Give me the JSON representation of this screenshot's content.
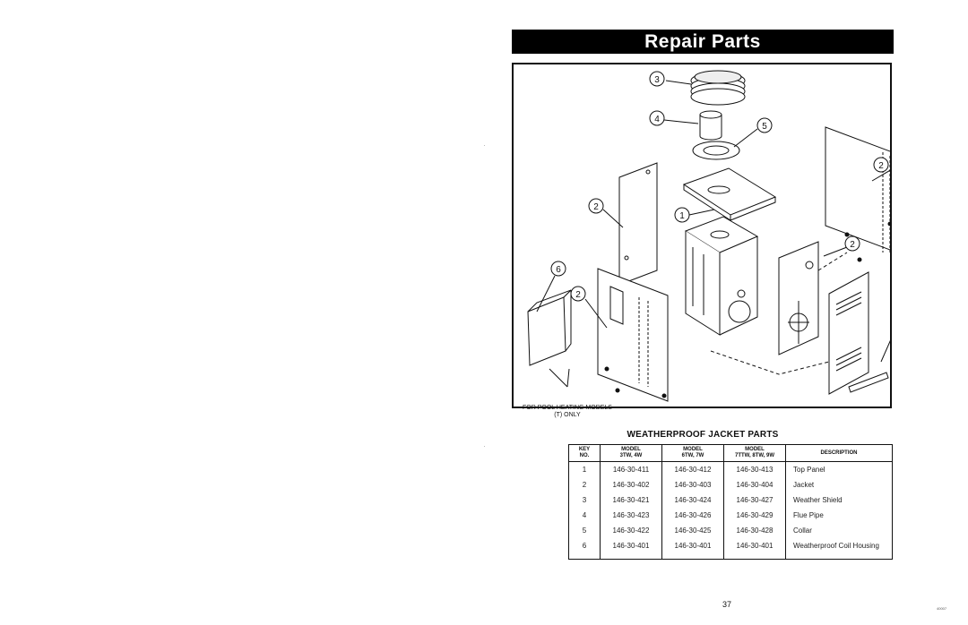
{
  "header": {
    "title": "Repair Parts"
  },
  "diagram": {
    "callouts": [
      "3",
      "4",
      "5",
      "2",
      "1",
      "2",
      "6",
      "2",
      "2",
      "2"
    ],
    "note": "FOR POOL HEATING MODELS (T) ONLY"
  },
  "table": {
    "title": "WEATHERPROOF JACKET PARTS",
    "headers": {
      "key": "KEY",
      "key_sub": "NO.",
      "m1": "MODEL",
      "m1_sub": "3TW, 4W",
      "m2": "MODEL",
      "m2_sub": "6TW, 7W",
      "m3": "MODEL",
      "m3_sub": "7TTW, 8TW, 9W",
      "desc": "DESCRIPTION"
    },
    "rows": [
      {
        "key": "1",
        "m1": "146-30-411",
        "m2": "146-30-412",
        "m3": "146-30-413",
        "desc": "Top Panel"
      },
      {
        "key": "2",
        "m1": "146-30-402",
        "m2": "146-30-403",
        "m3": "146-30-404",
        "desc": "Jacket"
      },
      {
        "key": "3",
        "m1": "146-30-421",
        "m2": "146-30-424",
        "m3": "146-30-427",
        "desc": "Weather Shield"
      },
      {
        "key": "4",
        "m1": "146-30-423",
        "m2": "146-30-426",
        "m3": "146-30-429",
        "desc": "Flue Pipe"
      },
      {
        "key": "5",
        "m1": "146-30-422",
        "m2": "146-30-425",
        "m3": "146-30-428",
        "desc": "Collar"
      },
      {
        "key": "6",
        "m1": "146-30-401",
        "m2": "146-30-401",
        "m3": "146-30-401",
        "desc": "Weatherproof Coil Housing"
      }
    ]
  },
  "footer": {
    "page_number": "37",
    "code": "40007"
  }
}
